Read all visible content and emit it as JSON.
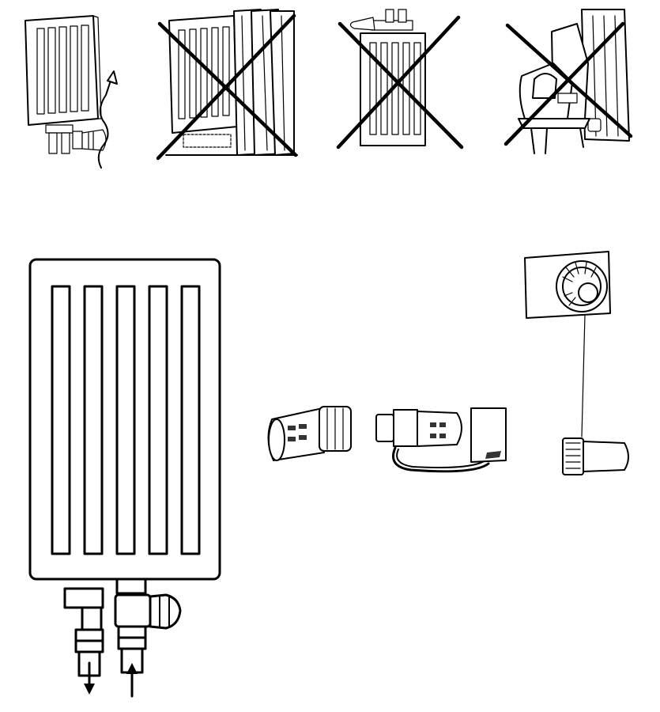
{
  "figure": {
    "panels": [
      {
        "id": "correct-mounting",
        "status": "allowed"
      },
      {
        "id": "behind-curtain",
        "status": "not-allowed"
      },
      {
        "id": "mounted-above-radiator",
        "status": "not-allowed"
      },
      {
        "id": "covered-by-furniture",
        "status": "not-allowed"
      }
    ],
    "variants": [
      "built-in-sensor-head",
      "remote-sensor-head",
      "remote-setpoint-adjuster"
    ],
    "colors": {
      "line": "#000000",
      "fill": "#ffffff",
      "shade": "#d9d9d9"
    }
  }
}
